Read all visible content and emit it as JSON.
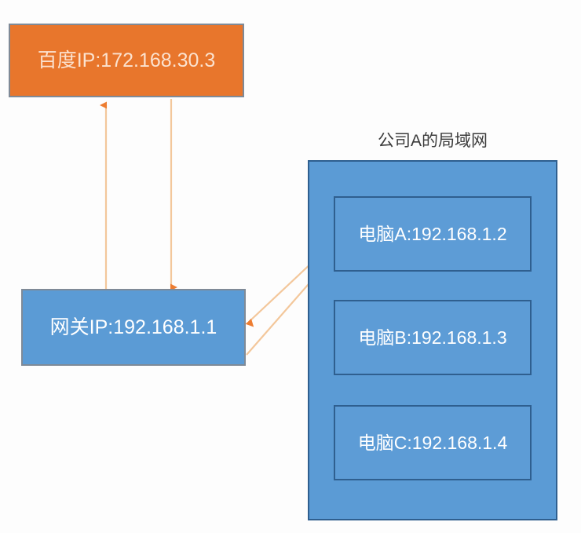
{
  "diagram": {
    "title_internet": "百度IP:172.168.30.3",
    "title_gateway": "网关IP:192.168.1.1",
    "lan_title": "公司A的局域网",
    "computers": [
      {
        "label": "电脑A:192.168.1.2"
      },
      {
        "label": "电脑B:192.168.1.3"
      },
      {
        "label": "电脑C:192.168.1.4"
      }
    ],
    "colors": {
      "internet_fill": "#e8762c",
      "internet_text": "#fbe2cf",
      "internet_border": "#7f8a97",
      "gateway_fill": "#5b9bd5",
      "gateway_border": "#7f8a97",
      "lan_fill": "#5b9bd5",
      "lan_border": "#2f5f8f",
      "pc_fill": "#5d9cd6",
      "pc_border": "#2f5f8f",
      "arrow": "#ed7d31",
      "arrow_line": "#f3c79b",
      "title_text": "#3c3c3c",
      "background": "#fdfdfd"
    },
    "arrows": [
      {
        "name": "gateway-to-internet-uplink",
        "direction": "up"
      },
      {
        "name": "internet-to-gateway-downlink",
        "direction": "down"
      },
      {
        "name": "computer-a-to-gateway",
        "direction": "down-left"
      },
      {
        "name": "gateway-to-computer-a",
        "direction": "up-right"
      }
    ]
  }
}
